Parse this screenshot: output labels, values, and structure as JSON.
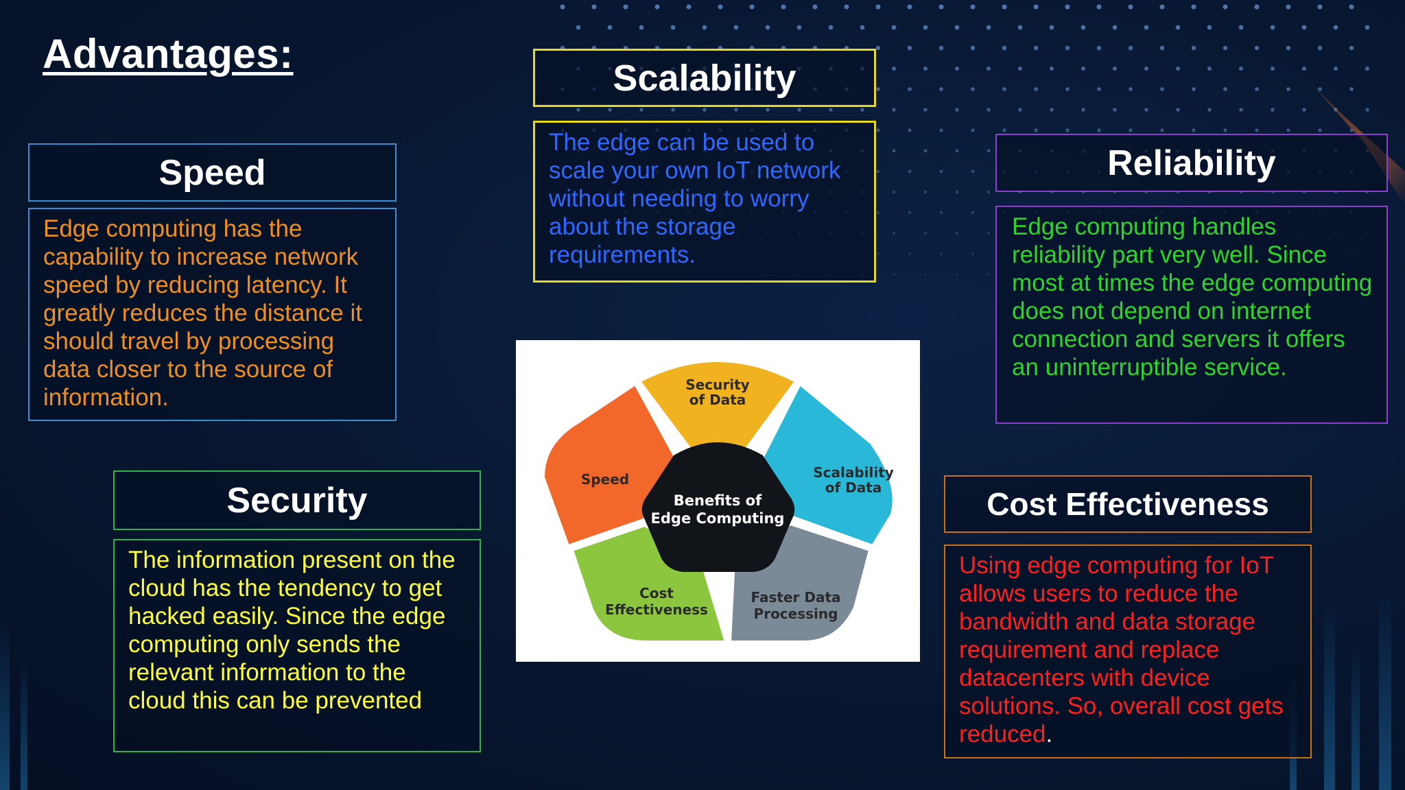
{
  "title": "Advantages:",
  "speed": {
    "heading": "Speed",
    "text": "Edge computing has the capability to increase network speed by reducing latency. It greatly reduces the distance it should travel by processing data closer to the source of information."
  },
  "scalability": {
    "heading": "Scalability",
    "text": "The edge can be used to scale your own IoT network without needing to worry about the storage requirements."
  },
  "reliability": {
    "heading": "Reliability",
    "text": "Edge computing handles reliability part very well. Since most at times the edge computing does not depend on internet connection and servers it offers an uninterruptible service."
  },
  "security": {
    "heading": "Security",
    "text": "The information present on the cloud has the tendency to get hacked easily. Since the edge computing only sends the relevant information to the cloud this can be prevented"
  },
  "cost": {
    "heading": "Cost Effectiveness",
    "text": "Using edge computing for IoT allows users to reduce the bandwidth and data storage requirement and replace datacenters with device solutions. So, overall cost gets reduced",
    "trailing": "."
  },
  "diagram": {
    "center_line1": "Benefits of",
    "center_line2": "Edge Computing",
    "segments": [
      {
        "line1": "Security",
        "line2": "of Data",
        "color": "#f0b21e"
      },
      {
        "line1": "Scalability",
        "line2": "of Data",
        "color": "#29b8d8"
      },
      {
        "line1": "Faster Data",
        "line2": "Processing",
        "color": "#7a8a97"
      },
      {
        "line1": "Cost",
        "line2": "Effectiveness",
        "color": "#8cc63e"
      },
      {
        "line1": "Speed",
        "line2": "",
        "color": "#f2672a"
      }
    ],
    "center_color": "#111418"
  },
  "colors": {
    "speed_border": "#3a8fd4",
    "speed_text": "#f0901a",
    "scalability_border": "#e8d81e",
    "scalability_text": "#2f68ff",
    "reliability_border": "#8f3fd0",
    "reliability_text": "#2fd42a",
    "security_border": "#33b24a",
    "security_text": "#ffff34",
    "cost_border": "#c8701c",
    "cost_text": "#ff1f1f"
  }
}
